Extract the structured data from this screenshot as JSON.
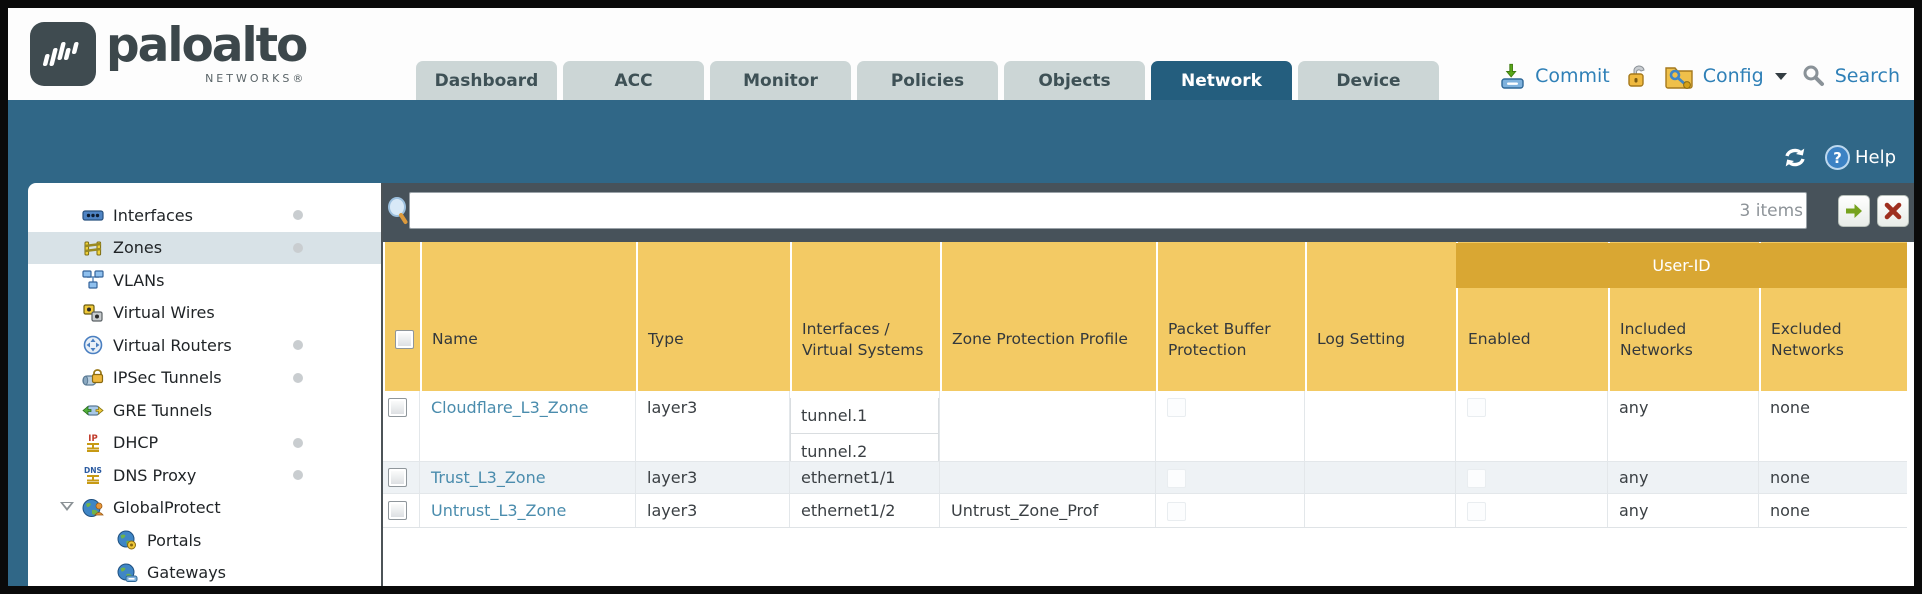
{
  "brand": {
    "name": "paloalto",
    "tagline": "NETWORKS®"
  },
  "nav": {
    "tabs": [
      {
        "label": "Dashboard",
        "active": false
      },
      {
        "label": "ACC",
        "active": false
      },
      {
        "label": "Monitor",
        "active": false
      },
      {
        "label": "Policies",
        "active": false
      },
      {
        "label": "Objects",
        "active": false
      },
      {
        "label": "Network",
        "active": true
      },
      {
        "label": "Device",
        "active": false
      }
    ]
  },
  "actions": {
    "commit": "Commit",
    "config": "Config",
    "search": "Search",
    "help": "Help"
  },
  "filter": {
    "value": "",
    "count": "3 items"
  },
  "sidebar": {
    "items": [
      {
        "label": "Interfaces",
        "has_dot": true,
        "selected": false
      },
      {
        "label": "Zones",
        "has_dot": true,
        "selected": true
      },
      {
        "label": "VLANs",
        "has_dot": false,
        "selected": false
      },
      {
        "label": "Virtual Wires",
        "has_dot": false,
        "selected": false
      },
      {
        "label": "Virtual Routers",
        "has_dot": true,
        "selected": false
      },
      {
        "label": "IPSec Tunnels",
        "has_dot": true,
        "selected": false
      },
      {
        "label": "GRE Tunnels",
        "has_dot": false,
        "selected": false
      },
      {
        "label": "DHCP",
        "has_dot": true,
        "selected": false
      },
      {
        "label": "DNS Proxy",
        "has_dot": true,
        "selected": false
      },
      {
        "label": "GlobalProtect",
        "has_dot": false,
        "selected": false,
        "expanded": true
      },
      {
        "label": "Portals",
        "has_dot": false,
        "selected": false,
        "indented": true
      },
      {
        "label": "Gateways",
        "has_dot": false,
        "selected": false,
        "indented": true
      }
    ]
  },
  "table": {
    "group_header": "User-ID",
    "headers": [
      "Name",
      "Type",
      "Interfaces / Virtual Systems",
      "Zone Protection Profile",
      "Packet Buffer Protection",
      "Log Setting",
      "Enabled",
      "Included Networks",
      "Excluded Networks"
    ],
    "rows": [
      {
        "name": "Cloudflare_L3_Zone",
        "type": "layer3",
        "interfaces": [
          "tunnel.1",
          "tunnel.2"
        ],
        "zone_protection_profile": "",
        "log_setting": "",
        "included_networks": "any",
        "excluded_networks": "none"
      },
      {
        "name": "Trust_L3_Zone",
        "type": "layer3",
        "interfaces": [
          "ethernet1/1"
        ],
        "zone_protection_profile": "",
        "log_setting": "",
        "included_networks": "any",
        "excluded_networks": "none"
      },
      {
        "name": "Untrust_L3_Zone",
        "type": "layer3",
        "interfaces": [
          "ethernet1/2"
        ],
        "zone_protection_profile": "Untrust_Zone_Prof",
        "log_setting": "",
        "included_networks": "any",
        "excluded_networks": "none"
      }
    ]
  },
  "colors": {
    "teal_band": "#306787",
    "active_tab": "#245e7e",
    "header_gold": "#f3ca64",
    "user_id_gold": "#d9a733",
    "link_blue": "#4a8cad",
    "filter_strip": "#47525a"
  }
}
